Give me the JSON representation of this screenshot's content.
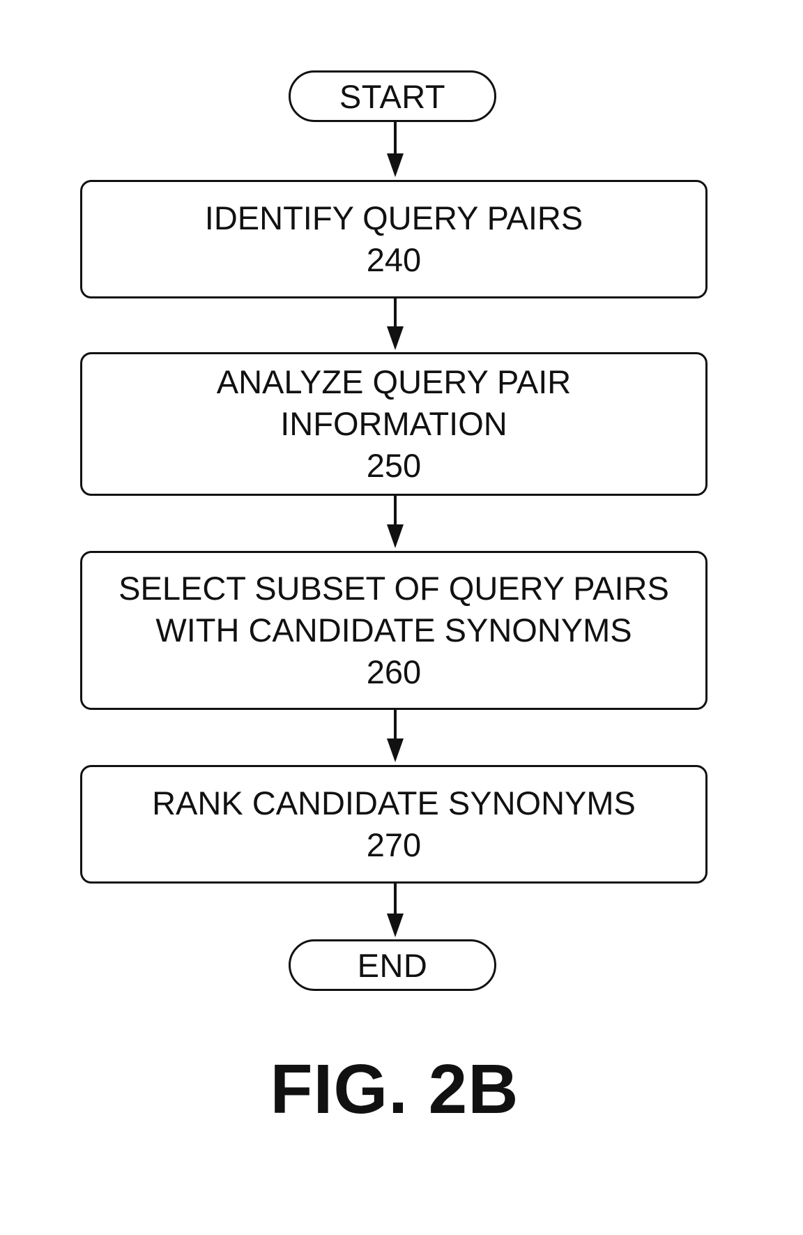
{
  "flowchart": {
    "start_label": "START",
    "end_label": "END",
    "steps": [
      {
        "lines": [
          "IDENTIFY QUERY PAIRS"
        ],
        "ref": "240"
      },
      {
        "lines": [
          "ANALYZE QUERY PAIR",
          "INFORMATION"
        ],
        "ref": "250"
      },
      {
        "lines": [
          "SELECT SUBSET OF QUERY PAIRS",
          "WITH CANDIDATE SYNONYMS"
        ],
        "ref": "260"
      },
      {
        "lines": [
          "RANK CANDIDATE SYNONYMS"
        ],
        "ref": "270"
      }
    ]
  },
  "figure": {
    "label": "FIG. 2B"
  }
}
